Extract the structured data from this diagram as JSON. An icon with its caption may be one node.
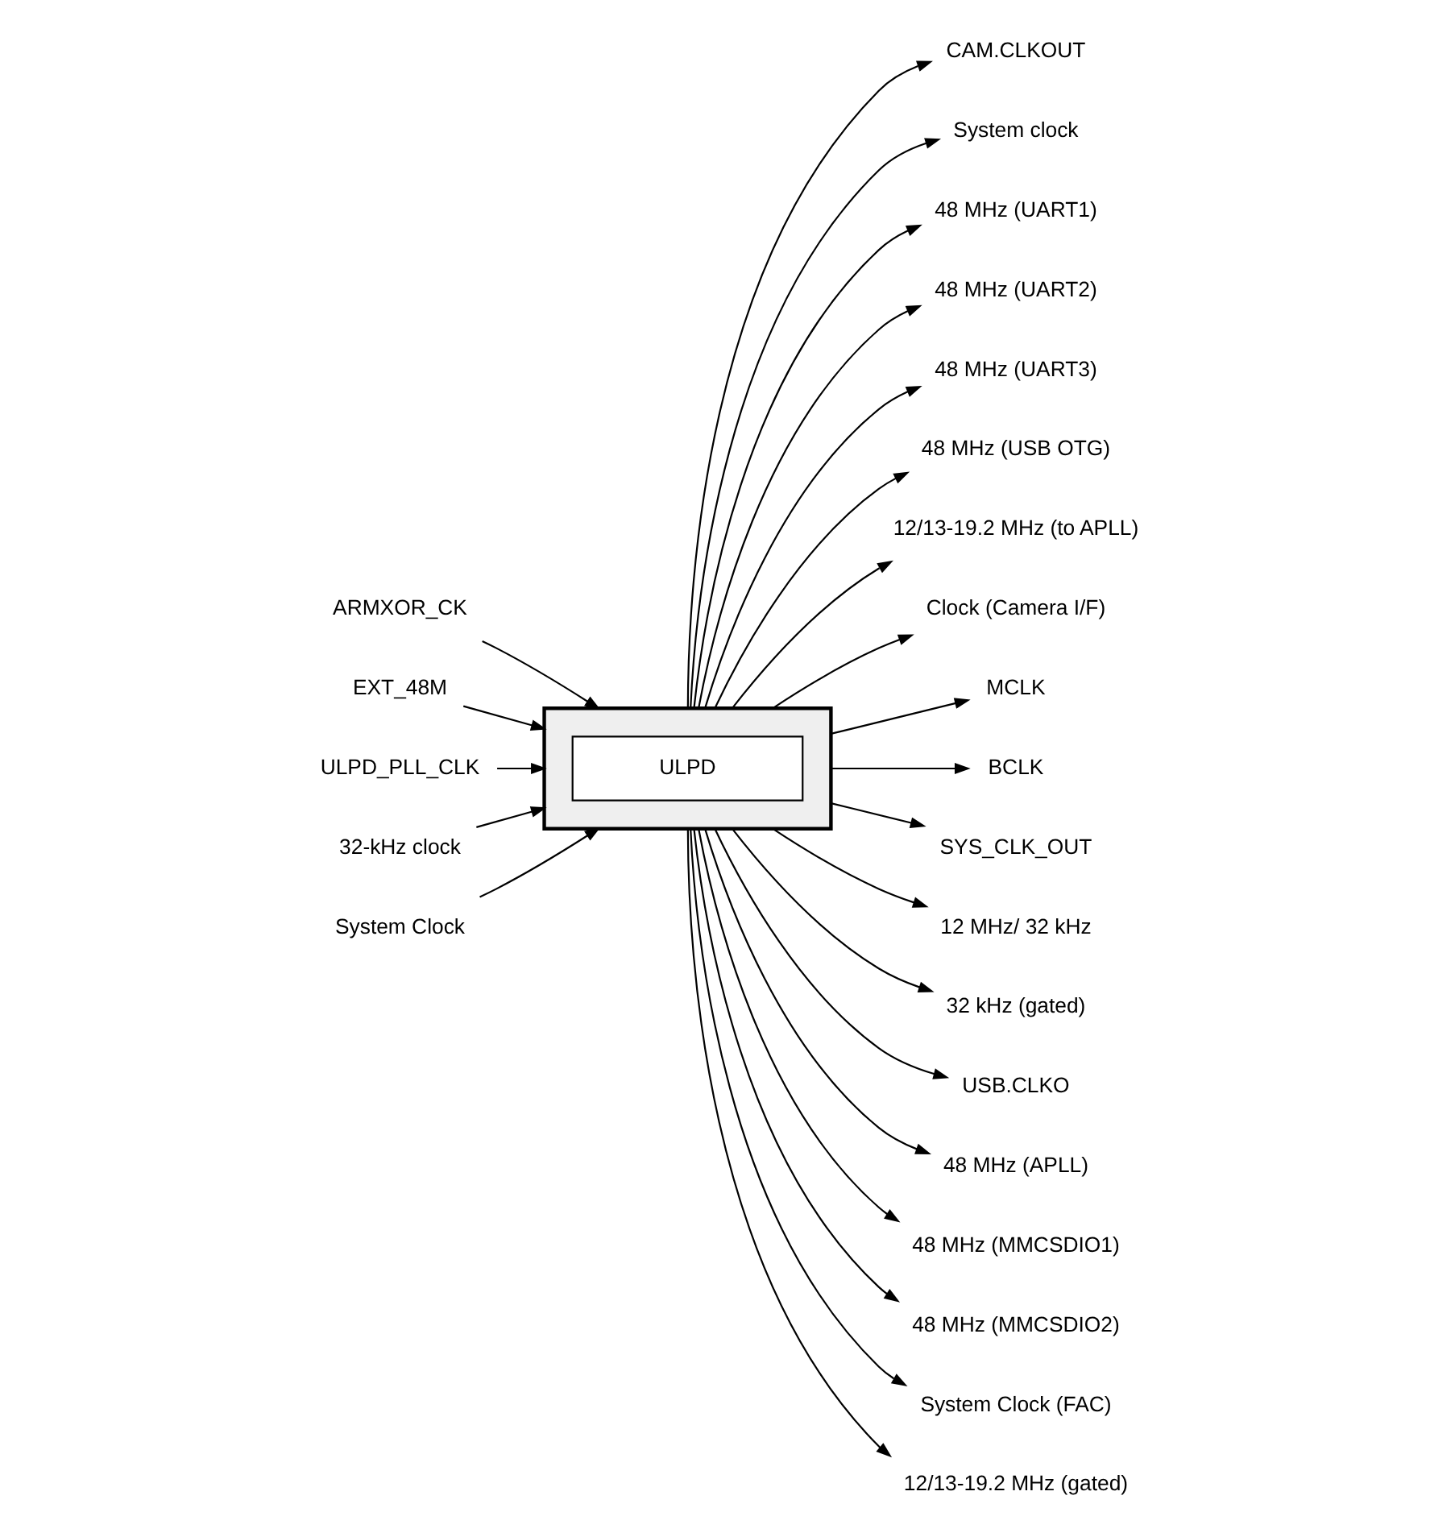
{
  "diagram": {
    "nodes": [
      {
        "text": [],
        "shape": "box"
      },
      {
        "text": [
          "ULPD"
        ],
        "in": 0
      },
      {
        "text": [
          "ARMXOR_CK"
        ]
      },
      {
        "text": [
          "EXT_48M"
        ]
      },
      {
        "text": [
          "ULPD_PLL_CLK"
        ]
      },
      {
        "text": [
          "32-kHz clock"
        ]
      },
      {
        "text": [
          "System Clock"
        ]
      },
      {
        "text": [
          "CAM.CLKOUT"
        ]
      },
      {
        "text": [
          "System clock"
        ]
      },
      {
        "text": [
          "48 MHz (UART1)"
        ]
      },
      {
        "text": [
          "48 MHz (UART2)"
        ]
      },
      {
        "text": [
          "48 MHz (UART3)"
        ]
      },
      {
        "text": [
          "48 MHz (USB OTG)"
        ]
      },
      {
        "text": [
          "12/13-19.2 MHz (to APLL)"
        ]
      },
      {
        "text": [
          "Clock (Camera I/F)"
        ]
      },
      {
        "text": [
          "MCLK"
        ]
      },
      {
        "text": [
          "BCLK"
        ]
      },
      {
        "text": [
          "SYS_CLK_OUT"
        ]
      },
      {
        "text": [
          "12 MHz/ 32 kHz"
        ]
      },
      {
        "text": [
          "32 kHz (gated)"
        ]
      },
      {
        "text": [
          "USB.CLKO"
        ]
      },
      {
        "text": [
          "48 MHz (APLL)"
        ]
      },
      {
        "text": [
          "48 MHz (MMCSDIO1)"
        ]
      },
      {
        "text": [
          "48 MHz (MMCSDIO2)"
        ]
      },
      {
        "text": [
          "System Clock (FAC)"
        ]
      },
      {
        "text": [
          "12/13-19.2 MHz (gated)"
        ]
      }
    ],
    "edges": [
      {
        "from": 2,
        "to": 0,
        "arrow": "to"
      },
      {
        "from": 3,
        "to": 0,
        "arrow": "to"
      },
      {
        "from": 4,
        "to": 0,
        "arrow": "to"
      },
      {
        "from": 5,
        "to": 0,
        "arrow": "to"
      },
      {
        "from": 6,
        "to": 0,
        "arrow": "to"
      },
      {
        "from": 0,
        "to": 7,
        "arrow": "to"
      },
      {
        "from": 0,
        "to": 8,
        "arrow": "to"
      },
      {
        "from": 0,
        "to": 9,
        "arrow": "to"
      },
      {
        "from": 0,
        "to": 10,
        "arrow": "to"
      },
      {
        "from": 0,
        "to": 11,
        "arrow": "to"
      },
      {
        "from": 0,
        "to": 12,
        "arrow": "to"
      },
      {
        "from": 0,
        "to": 13,
        "arrow": "to"
      },
      {
        "from": 0,
        "to": 14,
        "arrow": "to"
      },
      {
        "from": 0,
        "to": 15,
        "arrow": "to"
      },
      {
        "from": 0,
        "to": 16,
        "arrow": "to"
      },
      {
        "from": 0,
        "to": 17,
        "arrow": "to"
      },
      {
        "from": 0,
        "to": 18,
        "arrow": "to"
      },
      {
        "from": 0,
        "to": 19,
        "arrow": "to"
      },
      {
        "from": 0,
        "to": 20,
        "arrow": "to"
      },
      {
        "from": 0,
        "to": 21,
        "arrow": "to"
      },
      {
        "from": 0,
        "to": 22,
        "arrow": "to"
      },
      {
        "from": 0,
        "to": 23,
        "arrow": "to"
      },
      {
        "from": 0,
        "to": 24,
        "arrow": "to"
      },
      {
        "from": 0,
        "to": 25,
        "arrow": "to"
      }
    ]
  }
}
